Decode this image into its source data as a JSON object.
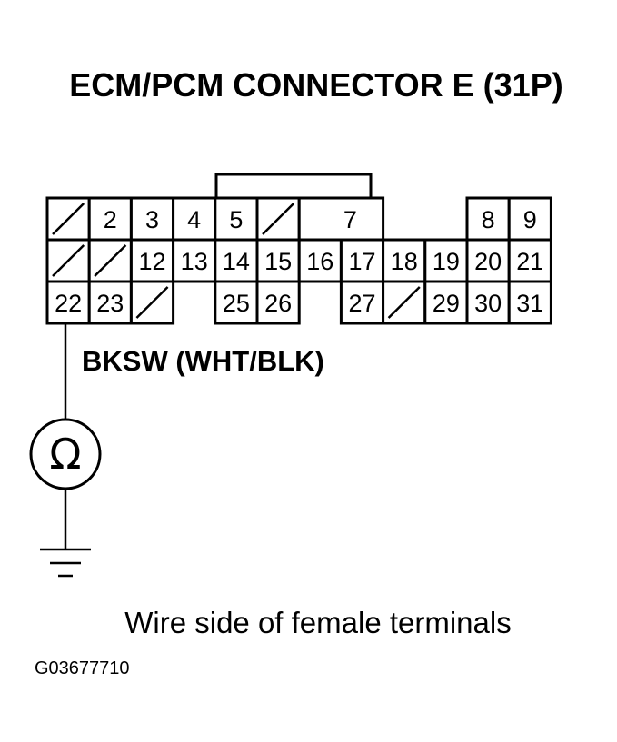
{
  "title": "ECM/PCM CONNECTOR E (31P)",
  "wire_label": "BKSW (WHT/BLK)",
  "meter_symbol": "Ω",
  "caption": "Wire side of female terminals",
  "figure_code": "G03677710",
  "connector": {
    "rows": [
      [
        {
          "kind": "slash"
        },
        {
          "kind": "pin",
          "label": "2"
        },
        {
          "kind": "pin",
          "label": "3"
        },
        {
          "kind": "pin",
          "label": "4"
        },
        {
          "kind": "pin",
          "label": "5"
        },
        {
          "kind": "slash"
        },
        {
          "kind": "pin",
          "label": "7",
          "span": 2
        },
        {
          "kind": "empty"
        },
        {
          "kind": "empty"
        },
        {
          "kind": "pin",
          "label": "8"
        },
        {
          "kind": "pin",
          "label": "9"
        }
      ],
      [
        {
          "kind": "slash"
        },
        {
          "kind": "slash"
        },
        {
          "kind": "pin",
          "label": "12"
        },
        {
          "kind": "pin",
          "label": "13"
        },
        {
          "kind": "pin",
          "label": "14"
        },
        {
          "kind": "pin",
          "label": "15"
        },
        {
          "kind": "pin",
          "label": "16"
        },
        {
          "kind": "pin",
          "label": "17"
        },
        {
          "kind": "pin",
          "label": "18"
        },
        {
          "kind": "pin",
          "label": "19"
        },
        {
          "kind": "pin",
          "label": "20"
        },
        {
          "kind": "pin",
          "label": "21"
        }
      ],
      [
        {
          "kind": "pin",
          "label": "22"
        },
        {
          "kind": "pin",
          "label": "23"
        },
        {
          "kind": "slash"
        },
        {
          "kind": "empty"
        },
        {
          "kind": "pin",
          "label": "25"
        },
        {
          "kind": "pin",
          "label": "26"
        },
        {
          "kind": "empty"
        },
        {
          "kind": "pin",
          "label": "27"
        },
        {
          "kind": "slash"
        },
        {
          "kind": "pin",
          "label": "29"
        },
        {
          "kind": "pin",
          "label": "30"
        },
        {
          "kind": "pin",
          "label": "31"
        }
      ]
    ],
    "probed_pin": "22"
  }
}
